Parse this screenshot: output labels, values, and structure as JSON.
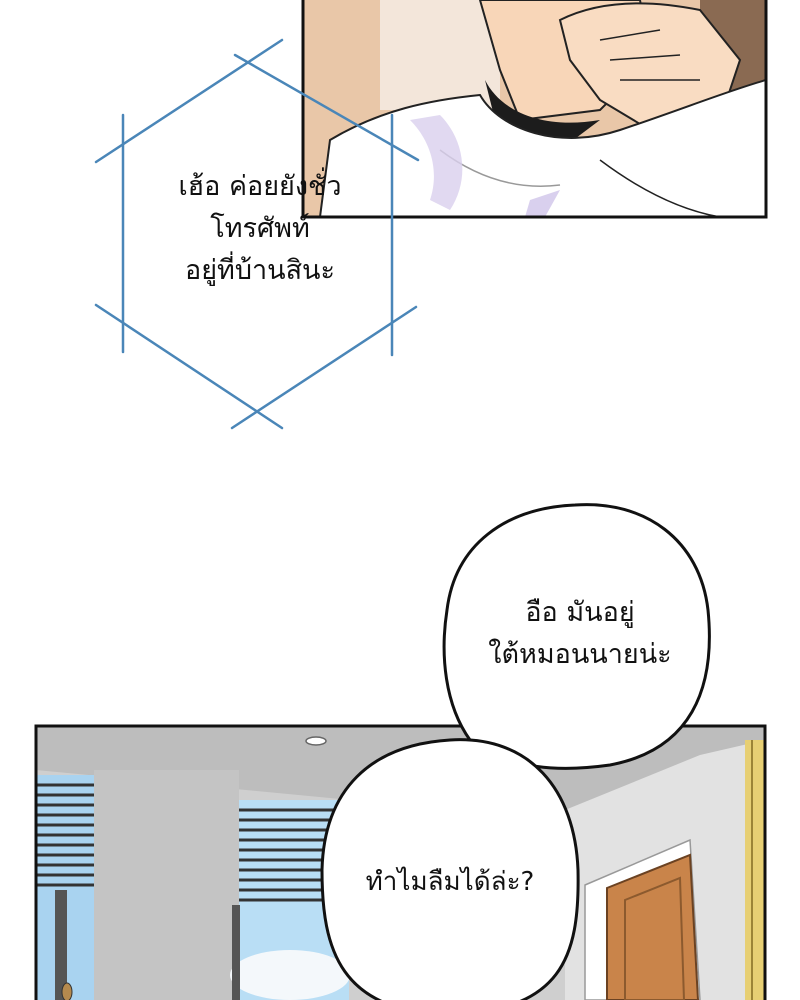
{
  "palette": {
    "background": "#ffffff",
    "panel_border": "#111111",
    "hexagon_stroke": "#4a86b8",
    "speech_text": "#111111",
    "skin": "#f8d6b8",
    "shirt": "#ffffff",
    "room_wall": "#cfcfcf",
    "ceiling": "#bdbdbd",
    "door_wood": "#c9844a",
    "sky": "#a9d3f0"
  },
  "phone_caption": {
    "lines": [
      "เฮ้อ ค่อยยังชั่ว",
      "โทรศัพท์",
      "อยู่ที่บ้านสินะ"
    ]
  },
  "bubble_top": {
    "lines": [
      "อือ มันอยู่",
      "ใต้หมอนนายน่ะ"
    ]
  },
  "bubble_bottom": {
    "lines": [
      "ทำไมลืมได้ล่ะ?"
    ]
  }
}
